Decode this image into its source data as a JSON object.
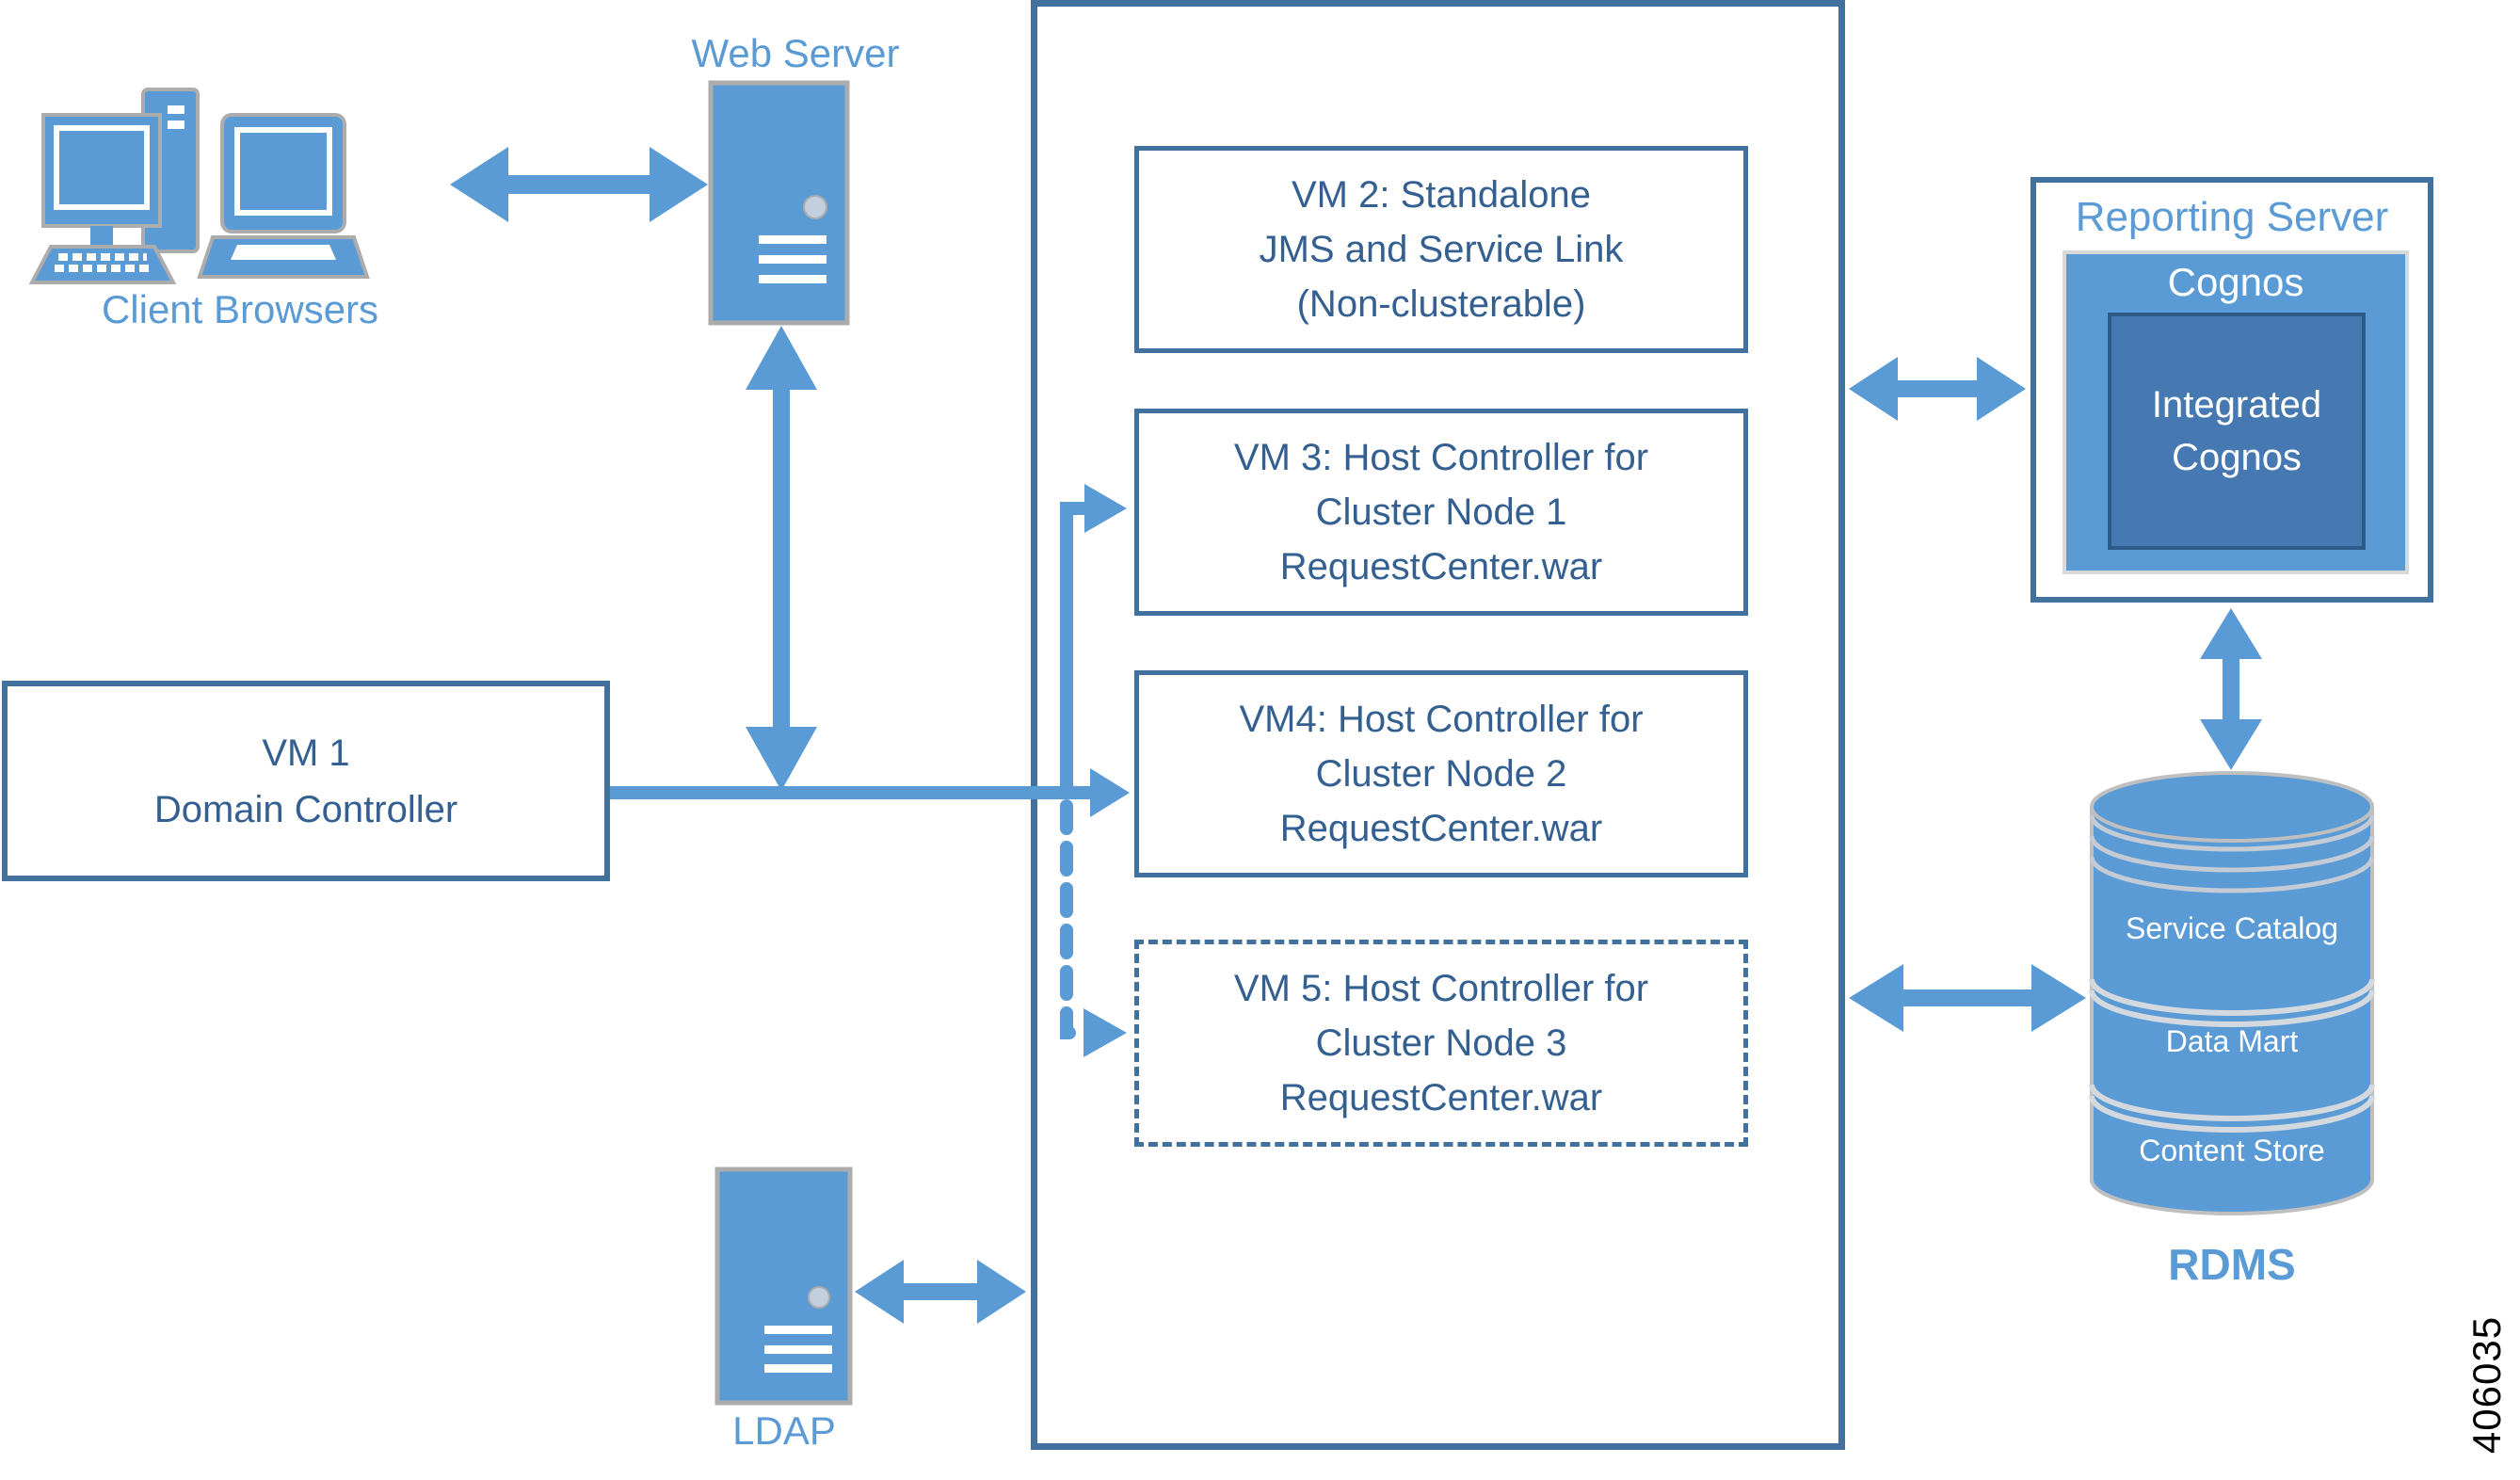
{
  "diagram": {
    "labels": {
      "client_browsers": "Client Browsers",
      "web_server": "Web Server",
      "ldap": "LDAP",
      "rdms": "RDMS",
      "figure_number": "406035"
    },
    "vm1": {
      "lines": [
        "VM 1",
        "Domain Controller"
      ]
    },
    "vm2": {
      "lines": [
        "VM 2: Standalone",
        "JMS and Service Link",
        "(Non-clusterable)"
      ]
    },
    "vm3": {
      "lines": [
        "VM 3: Host Controller for",
        "Cluster Node 1",
        "RequestCenter.war"
      ]
    },
    "vm4": {
      "lines": [
        "VM4: Host Controller for",
        "Cluster Node 2",
        "RequestCenter.war"
      ]
    },
    "vm5": {
      "lines": [
        "VM 5: Host Controller for",
        "Cluster Node 3",
        "RequestCenter.war"
      ]
    },
    "reporting_server": {
      "title": "Reporting Server",
      "cognos": "Cognos",
      "integrated_lines": [
        "Integrated",
        "Cognos"
      ]
    },
    "rdms_sections": [
      "Service Catalog",
      "Data Mart",
      "Content Store"
    ],
    "colors": {
      "primary_blue": "#5B9BD5",
      "border_blue": "#41719C",
      "box_text_blue": "#346091",
      "integrated_cognos_fill": "#4678B2",
      "integrated_cognos_border": "#2F5B88",
      "icon_outline_gray": "#ACACAC",
      "cylinder_outline_gray": "#C4CBD4",
      "figure_number_color": "#000000"
    }
  }
}
